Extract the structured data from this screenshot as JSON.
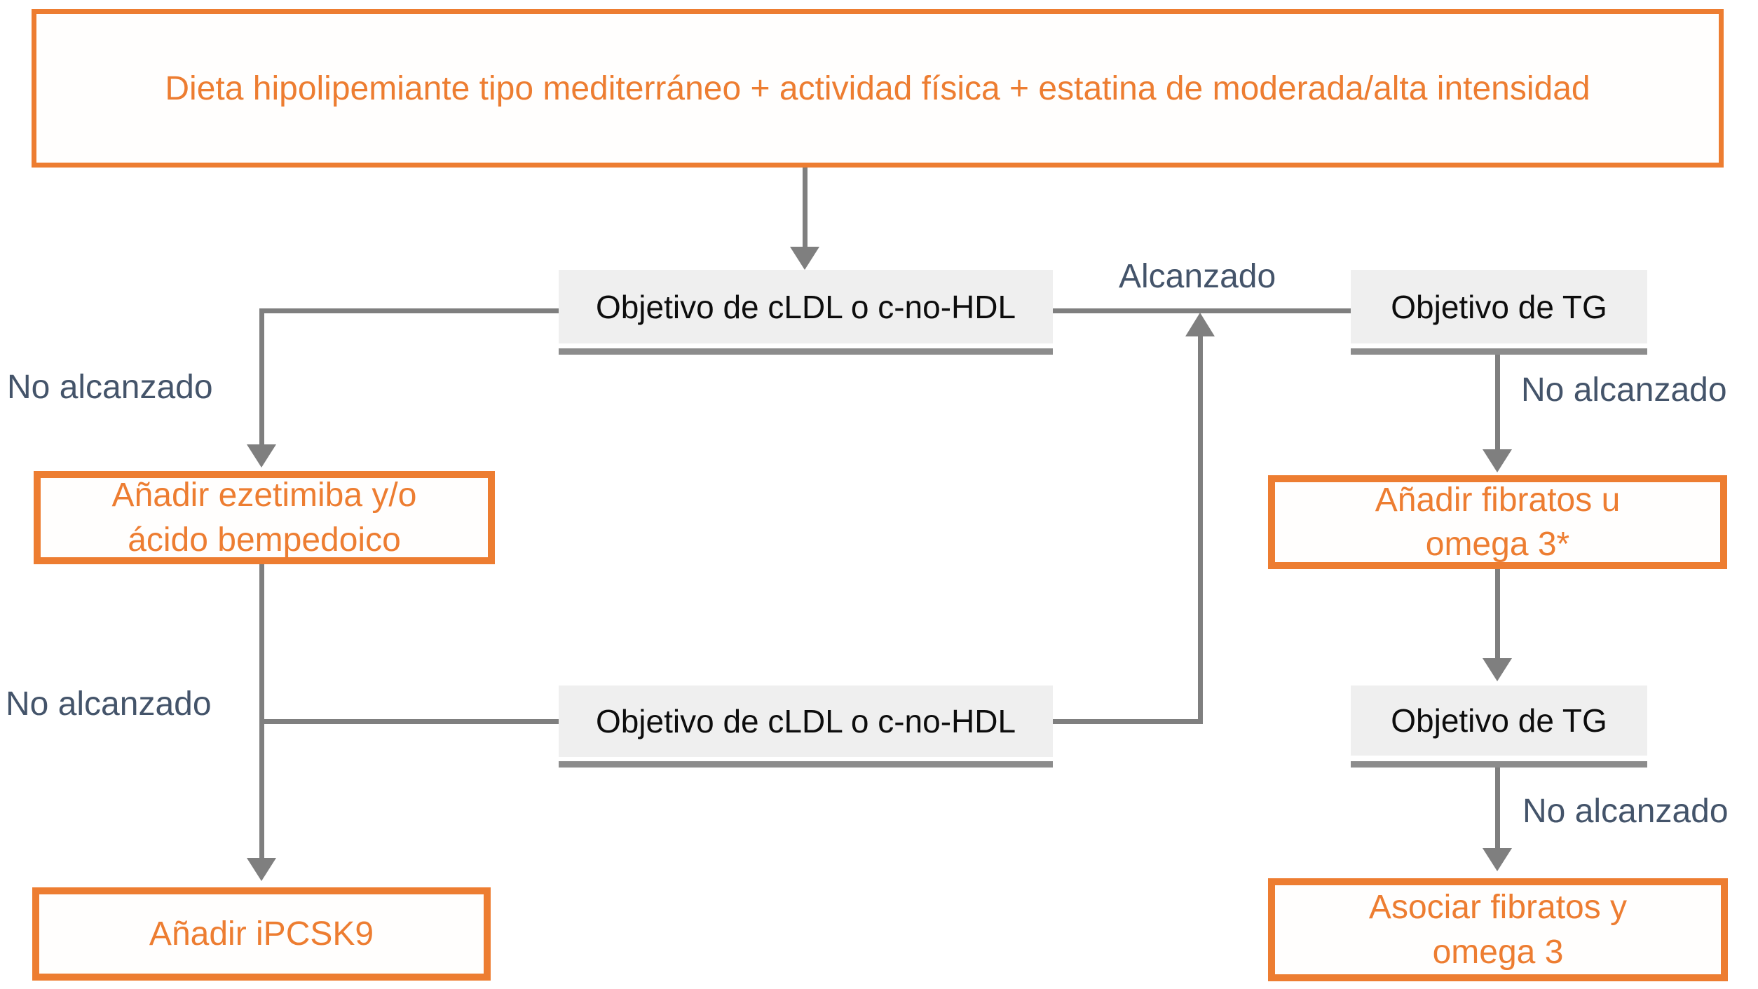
{
  "flowchart": {
    "colors": {
      "orange": "#ED7D31",
      "slate": "#44546A",
      "connector": "#7F7F7F",
      "node_fill": "#EFEFEF",
      "node_underline": "#8C8C8C"
    },
    "base_box": "Dieta hipolipemiante tipo mediterráneo + actividad física + estatina de moderada/alta intensidad",
    "ldl_goal_top": "Objetivo de cLDL o c-no-HDL",
    "ldl_goal_bottom": "Objetivo de cLDL o c-no-HDL",
    "tg_goal_top": "Objetivo de TG",
    "tg_goal_bottom": "Objetivo de TG",
    "add_ezetimibe": {
      "lines": [
        "Añadir ezetimiba y/o",
        "ácido bempedoico"
      ]
    },
    "add_ipcsk9": "Añadir iPCSK9",
    "add_fibrates": {
      "lines": [
        "Añadir fibratos u",
        "omega 3*"
      ]
    },
    "combine_fibrates": {
      "lines": [
        "Asociar fibratos y",
        "omega 3"
      ]
    },
    "labels": {
      "achieved": "Alcanzado",
      "not_achieved_ldl_1": "No alcanzado",
      "not_achieved_ldl_2": "No alcanzado",
      "not_achieved_tg_1": "No alcanzado",
      "not_achieved_tg_2": "No alcanzado"
    }
  }
}
